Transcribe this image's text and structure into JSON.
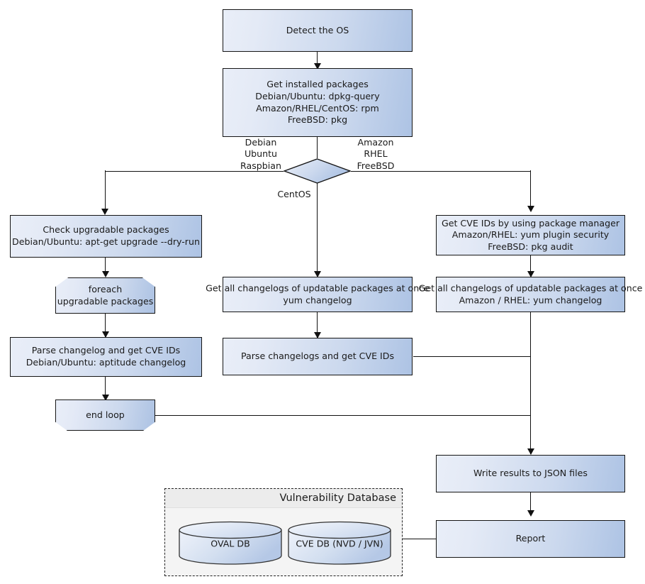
{
  "diagram": {
    "title": "Vulnerability scanning flow",
    "colors": {
      "node_fill_light": "#e9eef8",
      "node_fill_dark": "#adc3e4",
      "node_stroke": "#151515",
      "group_fill": "#f4f4f4",
      "group_title_fill": "#ececec",
      "line": "#111111"
    },
    "nodes": {
      "detect_os": {
        "label": "Detect the OS"
      },
      "get_installed_packages": {
        "line1": "Get installed packages",
        "line2": "Debian/Ubuntu: dpkg-query",
        "line3": "Amazon/RHEL/CentOS: rpm",
        "line4": "FreeBSD: pkg"
      },
      "os_decision": {
        "label": ""
      },
      "check_upgradable": {
        "line1": "Check upgradable packages",
        "line2": "Debian/Ubuntu: apt-get upgrade --dry-run"
      },
      "foreach_loop": {
        "line1": "foreach",
        "line2": "upgradable  packages"
      },
      "parse_changelog_debian": {
        "line1": "Parse changelog and get  CVE IDs",
        "line2": "Debian/Ubuntu: aptitude changelog"
      },
      "end_loop": {
        "label": "end loop"
      },
      "get_changelogs_centos": {
        "line1": "Get all changelogs of updatable packages at once",
        "line2": "yum changelog"
      },
      "parse_changelogs_centos": {
        "label": "Parse changelogs and get CVE IDs"
      },
      "get_cve_ids_pkgmgr": {
        "line1": "Get CVE IDs by using package manager",
        "line2": "Amazon/RHEL: yum plugin security",
        "line3": "FreeBSD: pkg audit"
      },
      "get_changelogs_rhel": {
        "line1": "Get all changelogs of updatable packages at once",
        "line2": "Amazon / RHEL: yum changelog"
      },
      "write_results": {
        "label": "Write results to JSON files"
      },
      "report": {
        "label": "Report"
      }
    },
    "group": {
      "title": "Vulnerability Database",
      "databases": [
        {
          "label": "OVAL DB"
        },
        {
          "label": "CVE DB (NVD / JVN)"
        }
      ]
    },
    "edge_labels": {
      "left_branch": "Debian\nUbuntu\nRaspbian",
      "right_branch": "Amazon\nRHEL\nFreeBSD",
      "down_branch": "CentOS"
    }
  }
}
